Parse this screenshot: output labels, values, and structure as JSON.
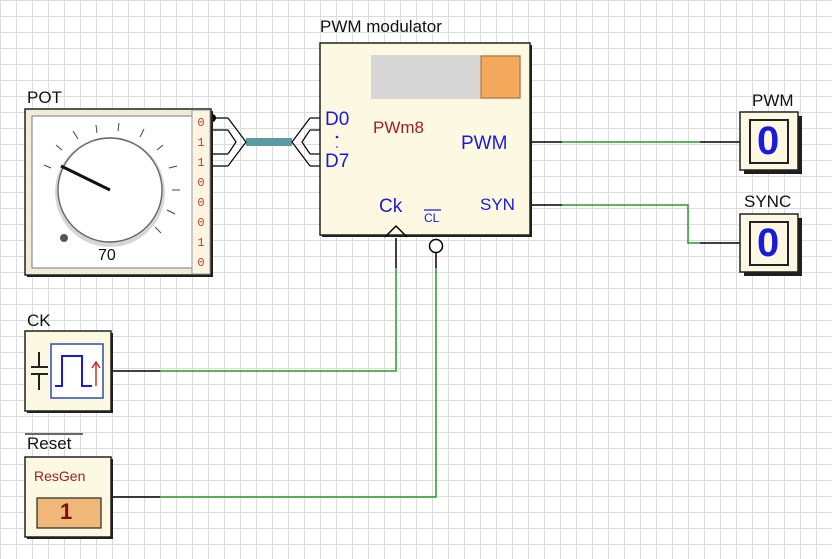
{
  "components": {
    "pwm_modulator": {
      "title": "PWM modulator",
      "name": "PWm8",
      "pin_d0": "D0",
      "pin_d7": "D7",
      "pin_pwm": "PWM",
      "pin_syn": "SYN",
      "pin_ck": "Ck",
      "pin_cl": "CL"
    },
    "pot": {
      "title": "POT",
      "value": "70",
      "bits": [
        "0",
        "1",
        "1",
        "0",
        "0",
        "0",
        "1",
        "0"
      ]
    },
    "ck": {
      "title": "CK"
    },
    "reset": {
      "title": "Reset",
      "name": "ResGen",
      "value": "1"
    },
    "pwm_display": {
      "title": "PWM",
      "value": "0"
    },
    "sync_display": {
      "title": "SYNC",
      "value": "0"
    }
  },
  "colors": {
    "wire_active": "#2a9a2a",
    "wire": "#000000",
    "bus": "#5b9aa0",
    "label_blue": "#1a1adf",
    "label_red": "#a02020",
    "orange": "#f4a95c"
  }
}
